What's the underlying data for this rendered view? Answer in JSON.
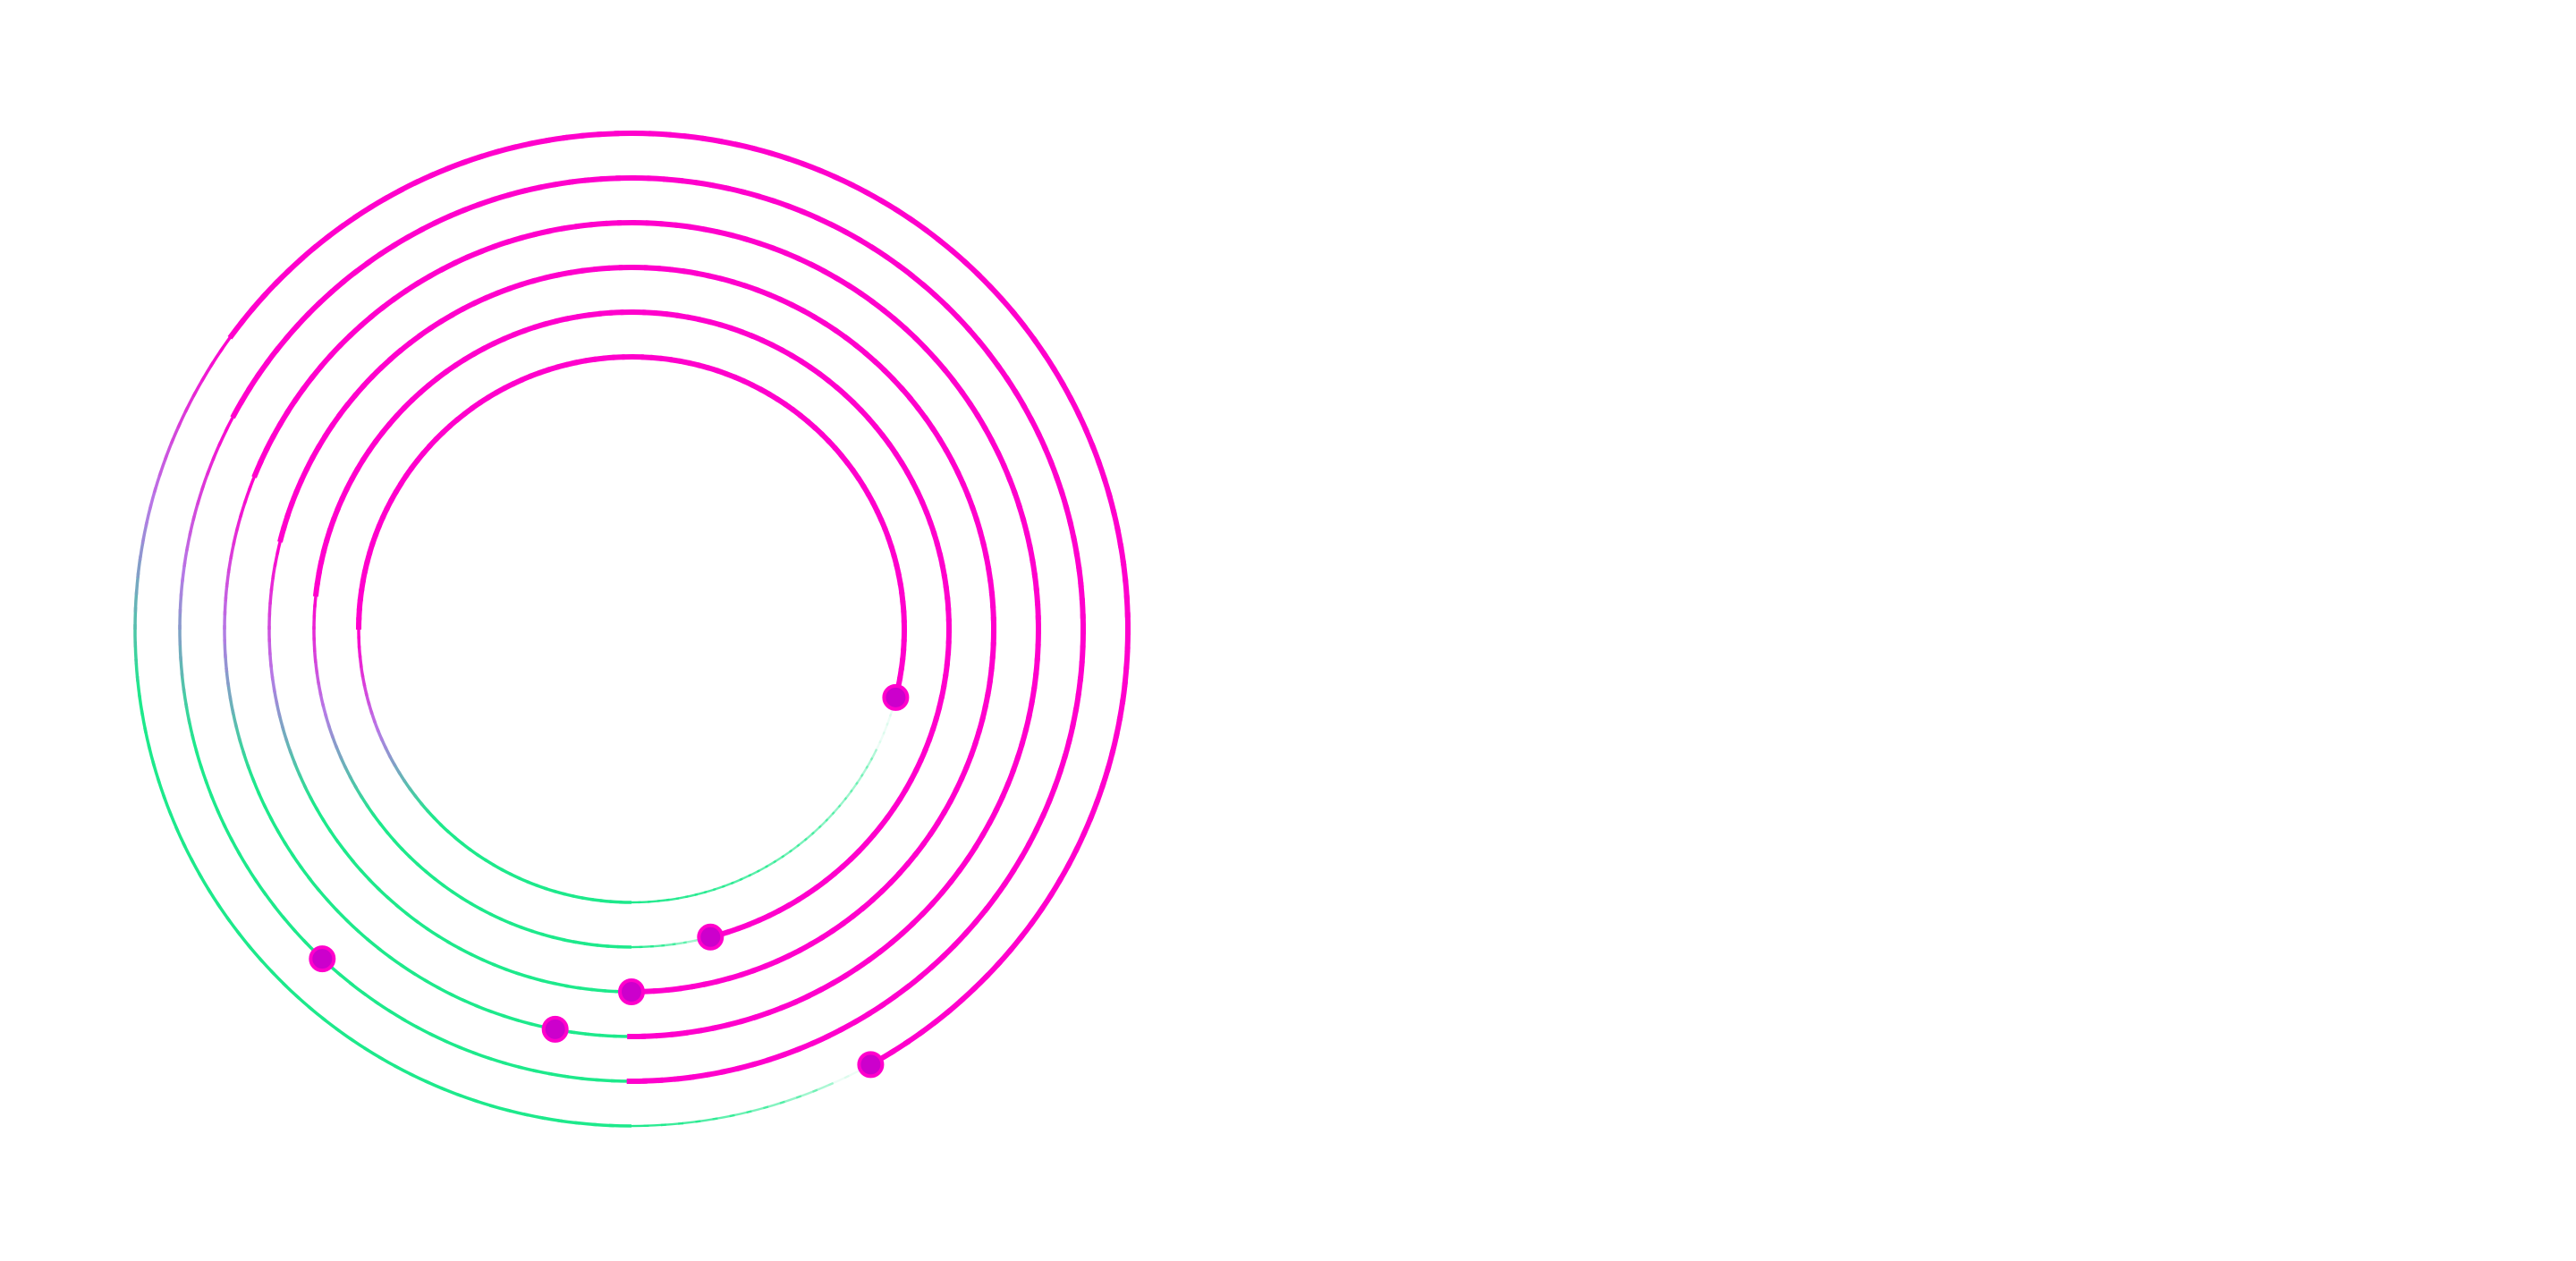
{
  "diagram": {
    "type": "concentric-spiral-arcs",
    "rings": [
      {
        "id": "ring-1",
        "progress": 0.67
      },
      {
        "id": "ring-2",
        "progress": 0.87
      },
      {
        "id": "ring-3",
        "progress": 0.78
      },
      {
        "id": "ring-4",
        "progress": 0.75
      },
      {
        "id": "ring-5",
        "progress": 0.71
      },
      {
        "id": "ring-6",
        "progress": 0.54
      }
    ],
    "colors": {
      "active_stroke": "#ff00cc",
      "track_stroke": "#1de98b",
      "gradient_mid": "#b57ae6",
      "dot_fill": "#cc00cc",
      "line_start": "#ff3fd6",
      "line_end": "#7fe6f0",
      "background": "#ffffff"
    }
  }
}
